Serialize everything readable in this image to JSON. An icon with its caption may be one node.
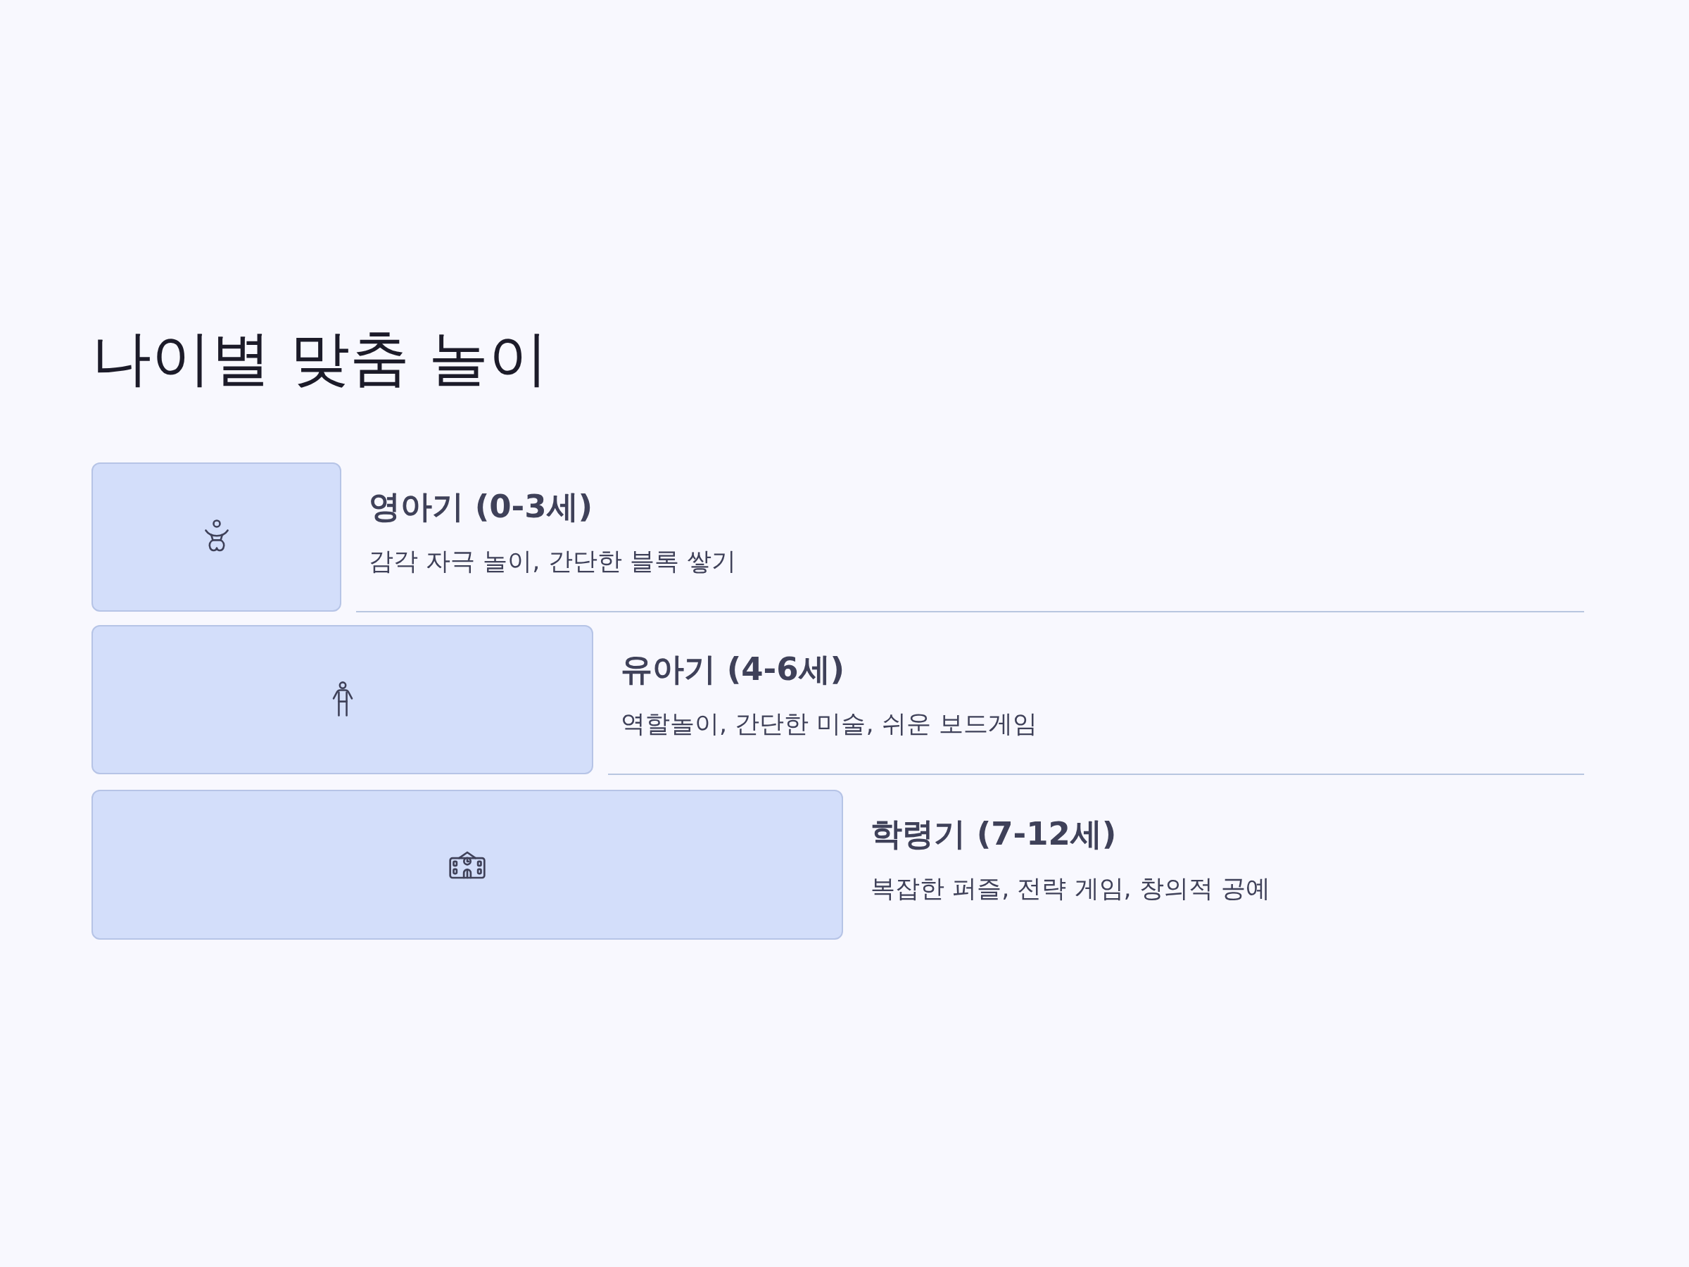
{
  "diagram": {
    "title": "나이별 맞춤 놀이",
    "nodes": [
      {
        "text": [],
        "shape": "box",
        "beside": [
          "영아기 (0-3세)",
          "감각 자극 놀이, 간단한 블록 쌓기"
        ]
      },
      {
        "text": [],
        "shape": "box",
        "beside": [
          "유아기 (4-6세)",
          "역할놀이, 간단한 미술, 쉬운 보드게임"
        ]
      },
      {
        "text": [],
        "shape": "box",
        "beside": [
          "학령기 (7-12세)",
          "복잡한 퍼즐, 전략 게임, 창의적 공예"
        ]
      }
    ],
    "edges": []
  }
}
